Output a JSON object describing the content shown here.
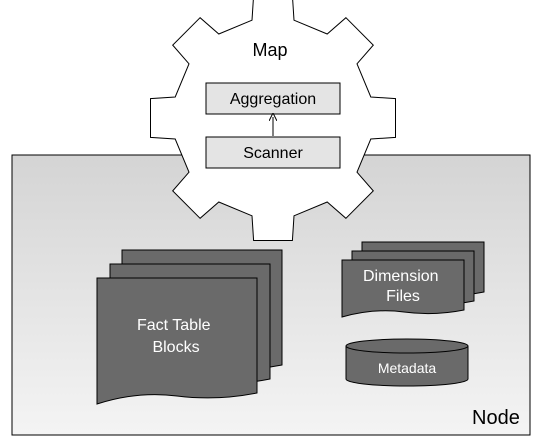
{
  "map": {
    "title": "Map",
    "aggregation_label": "Aggregation",
    "scanner_label": "Scanner"
  },
  "node": {
    "label": "Node"
  },
  "fact_table": {
    "line1": "Fact Table",
    "line2": "Blocks"
  },
  "dimension": {
    "line1": "Dimension",
    "line2": "Files"
  },
  "metadata": {
    "label": "Metadata"
  },
  "colors": {
    "background": "#ffffff",
    "node_fill_top": "#d4d4d4",
    "node_fill_bottom": "#f4f4f4",
    "gear_fill": "#ffffff",
    "box_fill": "#e4e4e4",
    "doc_fill": "#6a6a6a",
    "stroke": "#000000",
    "dark_text": "#000000",
    "light_text": "#ffffff"
  }
}
